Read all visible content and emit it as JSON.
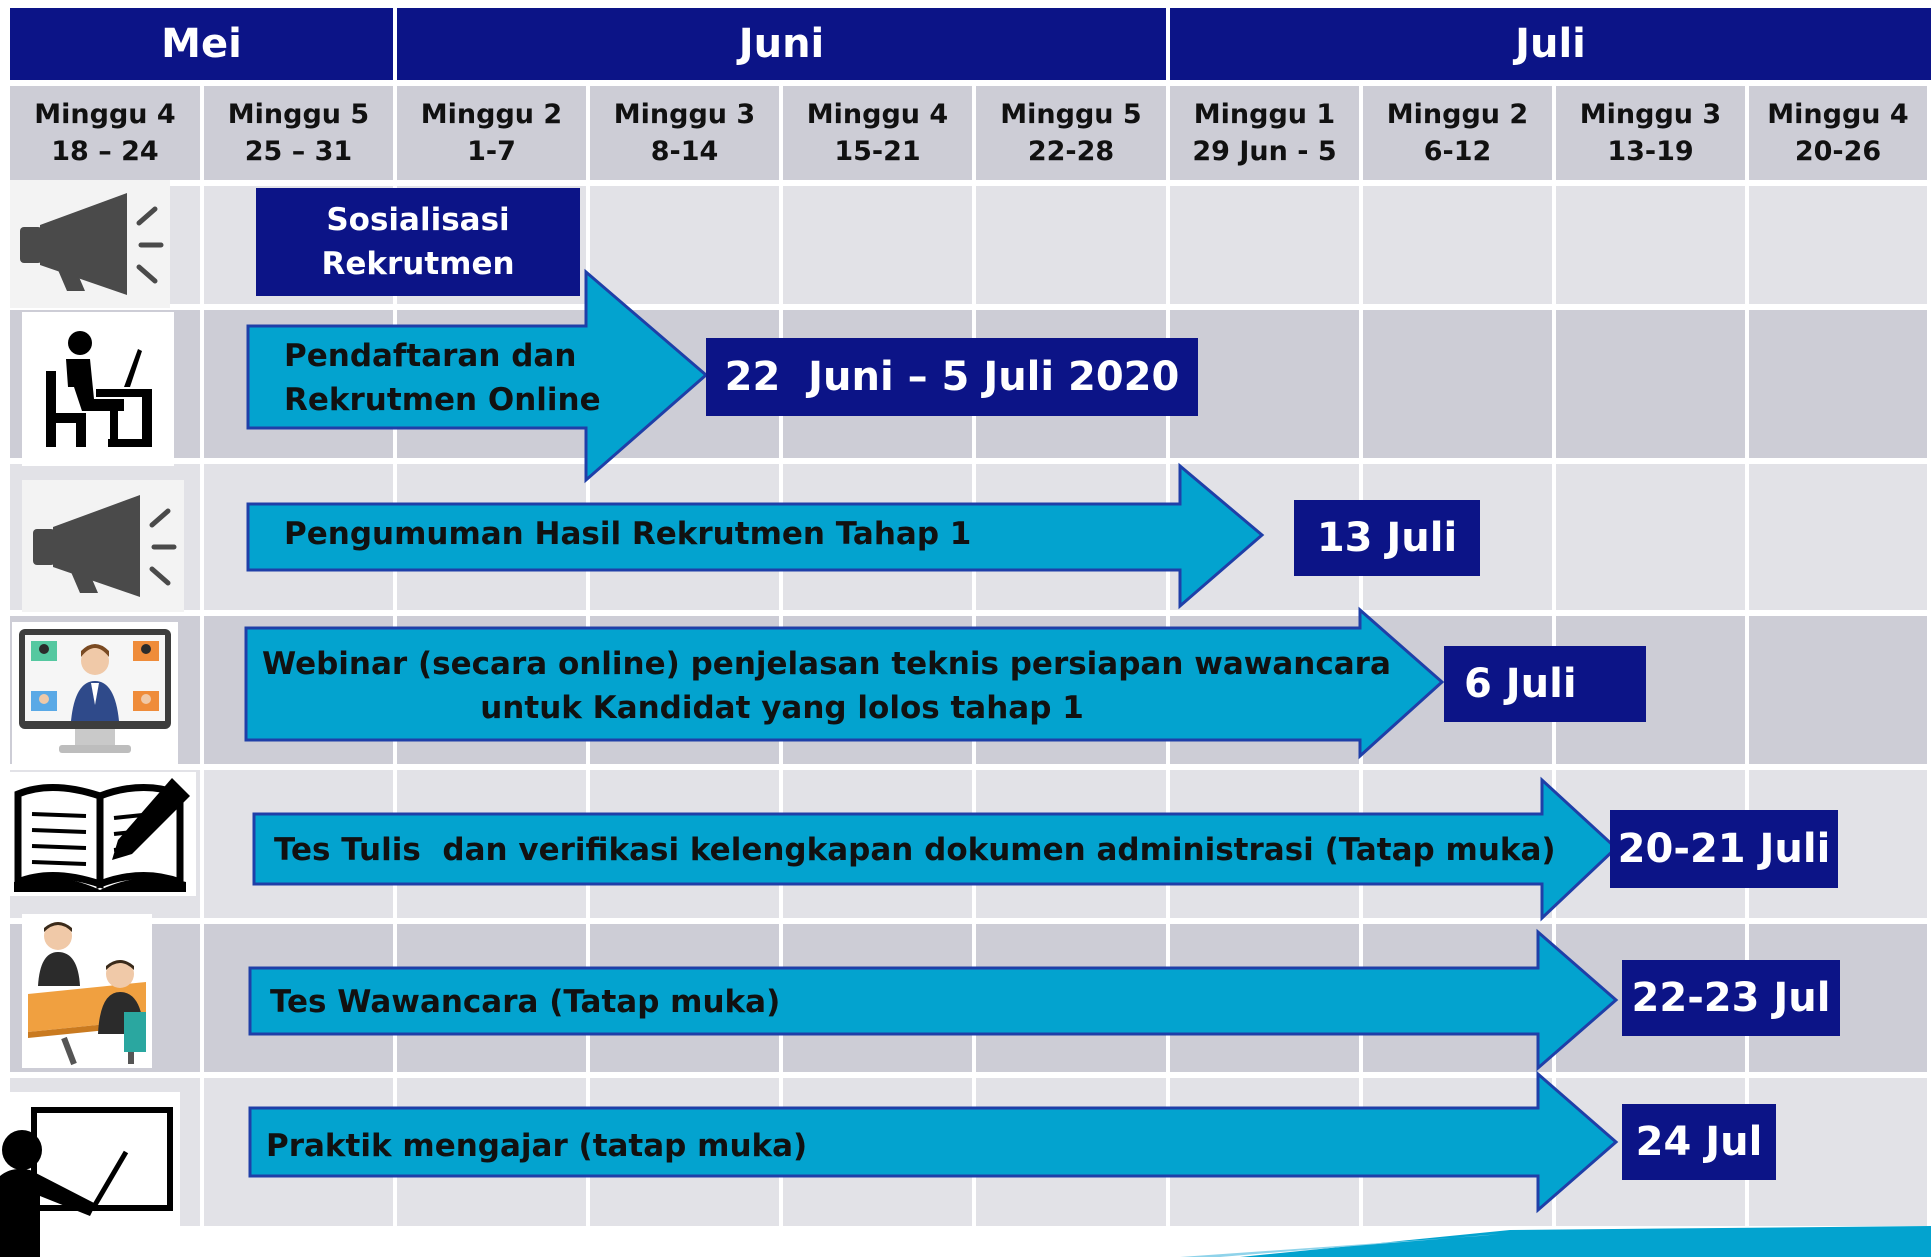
{
  "months": [
    {
      "label": "Mei"
    },
    {
      "label": "Juni"
    },
    {
      "label": "Juli"
    }
  ],
  "weeks": [
    {
      "name": "Minggu 4",
      "range": "18 – 24"
    },
    {
      "name": "Minggu 5",
      "range": "25 – 31"
    },
    {
      "name": "Minggu 2",
      "range": "1-7"
    },
    {
      "name": "Minggu 3",
      "range": "8-14"
    },
    {
      "name": "Minggu 4",
      "range": "15-21"
    },
    {
      "name": "Minggu 5",
      "range": "22-28"
    },
    {
      "name": "Minggu 1",
      "range": "29 Jun - 5"
    },
    {
      "name": "Minggu 2",
      "range": "6-12"
    },
    {
      "name": "Minggu 3",
      "range": "13-19"
    },
    {
      "name": "Minggu 4",
      "range": "20-26"
    }
  ],
  "rows": [
    {
      "icon": "megaphone-icon",
      "activity_lines": [
        "Sosialisasi",
        "Rekrutmen"
      ],
      "date": ""
    },
    {
      "icon": "person-at-computer-icon",
      "activity_lines": [
        "Pendaftaran dan",
        "Rekrutmen Online"
      ],
      "date": "22  Juni – 5 Juli 2020"
    },
    {
      "icon": "megaphone-icon",
      "activity_lines": [
        "Pengumuman Hasil Rekrutmen Tahap 1"
      ],
      "date": "13 Juli"
    },
    {
      "icon": "video-conference-icon",
      "activity_lines": [
        "Webinar (secara online) penjelasan teknis persiapan wawancara",
        "untuk Kandidat yang lolos tahap 1"
      ],
      "date": "6 Juli"
    },
    {
      "icon": "book-and-pencil-icon",
      "activity_lines": [
        "Tes Tulis  dan verifikasi kelengkapan dokumen administrasi (Tatap muka)"
      ],
      "date": "20-21 Juli"
    },
    {
      "icon": "interview-icon",
      "activity_lines": [
        "Tes Wawancara (Tatap muka)"
      ],
      "date": "22-23 Jul"
    },
    {
      "icon": "teacher-at-board-icon",
      "activity_lines": [
        "Praktik mengajar (tatap muka)"
      ],
      "date": "24 Jul"
    }
  ],
  "colors": {
    "navy": "#0c1487",
    "arrow_fill": "#03a3cf",
    "arrow_stroke": "#1f3fa8",
    "grid_light": "#e2e2e7",
    "grid_dark": "#cdcdd6"
  }
}
